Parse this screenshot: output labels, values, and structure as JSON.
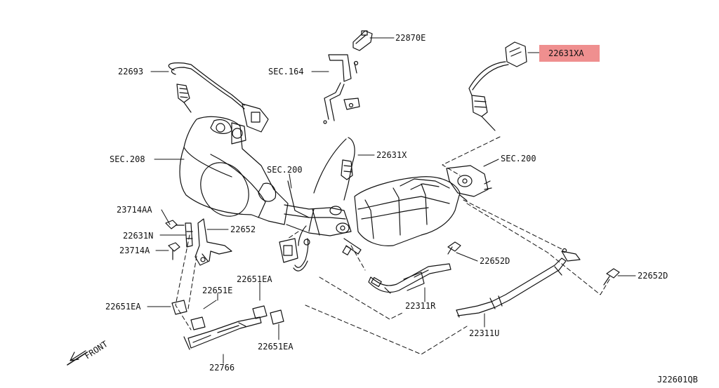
{
  "diagram_id": "J22601QB",
  "front_label": "FRONT",
  "highlight_color": "#ef8f8f",
  "labels": {
    "p22870E": "22870E",
    "p22631XA": "22631XA",
    "p22693": "22693",
    "sec164": "SEC.164",
    "sec208": "SEC.208",
    "p22631X": "22631X",
    "sec200_center": "SEC.200",
    "sec200_right": "SEC.200",
    "p23714AA": "23714AA",
    "p22631N": "22631N",
    "p22652": "22652",
    "p23714A": "23714A",
    "p22652D_mid": "22652D",
    "p22652D_right": "22652D",
    "p22651EA_top": "22651EA",
    "p22651E": "22651E",
    "p22651EA_left": "22651EA",
    "p22311R": "22311R",
    "p22311U": "22311U",
    "p22651EA_bottom": "22651EA",
    "p22766": "22766"
  }
}
